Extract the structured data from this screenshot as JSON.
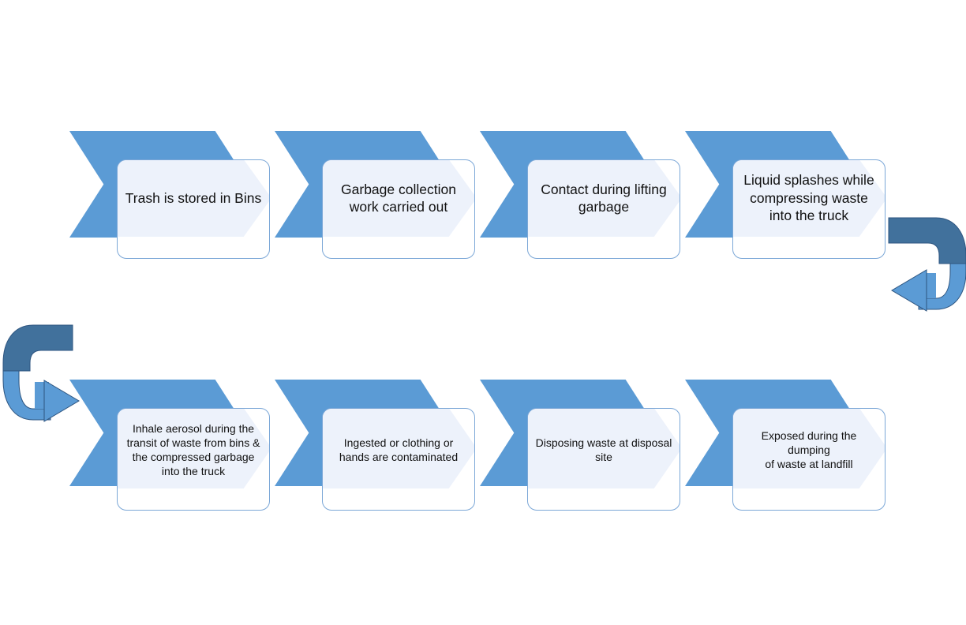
{
  "diagram": {
    "title": "Waste collection worker exposure pathway flow",
    "type": "process-flow",
    "colors": {
      "chevron_blue": "#5B9BD5",
      "arrow_dark_blue": "#41719C",
      "arrow_light_blue": "#5B9BD5",
      "card_border": "#7BA7D7",
      "card_ghost_fill": "#EDF2FB",
      "card_fill": "#FFFFFF",
      "text": "#111111",
      "background": "#FFFFFF"
    },
    "rows": [
      {
        "name": "top-row",
        "steps": [
          {
            "index": 1,
            "label": "Trash is stored in Bins"
          },
          {
            "index": 2,
            "label": "Garbage collection\nwork carried out"
          },
          {
            "index": 3,
            "label": "Contact during lifting\ngarbage"
          },
          {
            "index": 4,
            "label": "Liquid splashes while\ncompressing waste\ninto the truck"
          }
        ]
      },
      {
        "name": "bottom-row",
        "steps": [
          {
            "index": 5,
            "label": "Inhale aerosol during the\ntransit of waste from bins &\nthe compressed garbage\ninto the truck"
          },
          {
            "index": 6,
            "label": "Ingested or clothing or\nhands are contaminated"
          },
          {
            "index": 7,
            "label": "Disposing waste at disposal\nsite"
          },
          {
            "index": 8,
            "label": "Exposed during the dumping\nof waste at landfill"
          }
        ]
      }
    ],
    "connectors": [
      {
        "name": "right-uturn-arrow",
        "direction": "right-to-left-wrap",
        "points_to": "left"
      },
      {
        "name": "left-uturn-arrow",
        "direction": "left-to-right-wrap",
        "points_to": "right"
      }
    ]
  }
}
